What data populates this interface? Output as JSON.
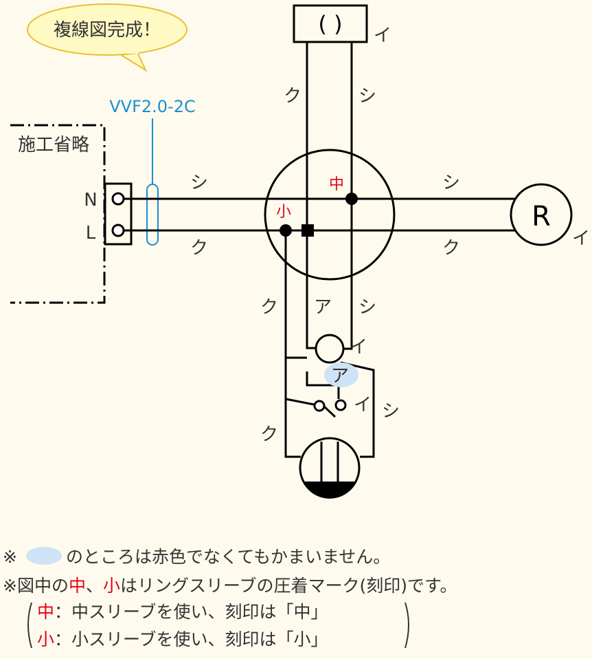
{
  "bubble": {
    "text": "複線図完成！",
    "fill": "#fff9c4",
    "stroke": "#e8c030"
  },
  "cable_label": "VVF2.0-2C",
  "omitted_label": "施工省略",
  "terminal_labels": {
    "n": "N",
    "l": "L"
  },
  "lamp_box": {
    "text": "( )",
    "tag": "イ"
  },
  "receptacle": {
    "text": "R",
    "tag": "イ"
  },
  "wire_labels": {
    "top_left": "ク",
    "top_right": "シ",
    "left_upper": "シ",
    "left_lower": "ク",
    "right_upper": "シ",
    "right_lower": "ク",
    "below_left": "ク",
    "below_mid": "ア",
    "below_right": "シ",
    "pilot_tag": "イ",
    "pilot_below": "ア",
    "switch_tag": "イ",
    "switch_right": "シ",
    "switch_left": "ク"
  },
  "sleeve_marks": {
    "medium": "中",
    "small": "小"
  },
  "notes": {
    "line1": {
      "prefix": "※",
      "text": "のところは赤色でなくてもかまいません。"
    },
    "line2": {
      "a": "※図中の",
      "b": "中",
      "c": "、",
      "d": "小",
      "e": "はリングスリーブの圧着マーク(刻印)です。"
    },
    "line3": {
      "a": "中",
      "b": "：中スリーブを使い、刻印は「中」"
    },
    "line4": {
      "a": "小",
      "b": "：小スリーブを使い、刻印は「小」"
    }
  },
  "colors": {
    "mark_red": "#e60012",
    "cable_blue": "#1a8fd0",
    "highlight": "#cfe3f7",
    "background": "#fefaee"
  }
}
